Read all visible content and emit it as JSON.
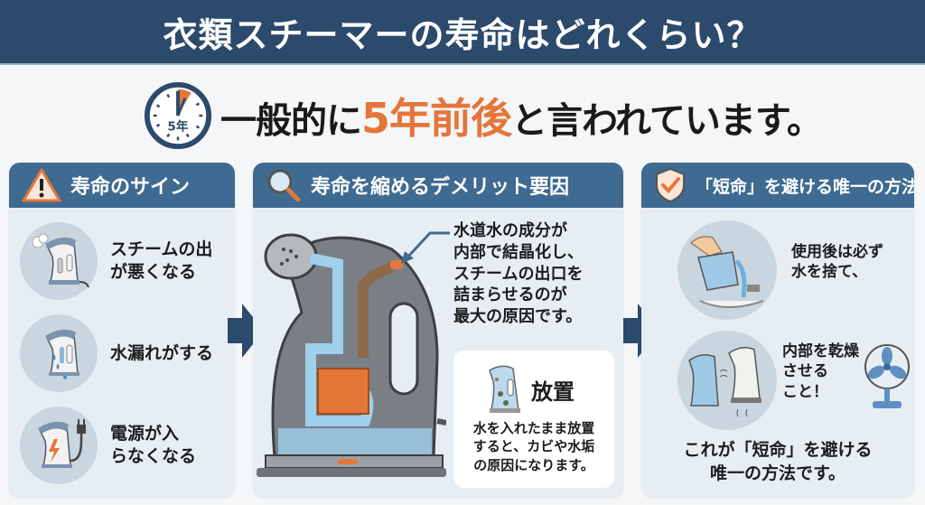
{
  "header": {
    "title": "衣類スチーマーの寿命はどれくらい？"
  },
  "headline": {
    "clock_label": "5年",
    "prefix": "一般的に",
    "highlight": "5年前後",
    "suffix": "と言われています。"
  },
  "panels": [
    {
      "title": "寿命のサイン",
      "icon": "warning-icon",
      "items": [
        {
          "icon": "weak-steam-icon",
          "text_line1": "スチームの出",
          "text_line2": "が悪くなる"
        },
        {
          "icon": "water-leak-icon",
          "text_line1": "水漏れがする",
          "text_line2": ""
        },
        {
          "icon": "power-failure-icon",
          "text_line1": "電源が入",
          "text_line2": "らなくなる"
        }
      ]
    },
    {
      "title": "寿命を縮めるデメリット要因",
      "icon": "magnifier-icon",
      "cause_lines": [
        "水道水の成分が",
        "内部で結晶化し、",
        "スチームの出口を",
        "詰まらせるのが",
        "最大の原因です。"
      ],
      "subcard": {
        "icon": "moldy-steamer-icon",
        "title": "放置",
        "lines": [
          "水を入れたまま放置",
          "すると、カビや水垢",
          "の原因になります。"
        ]
      }
    },
    {
      "title": "「短命」を避ける唯一の方法",
      "icon": "shield-check-icon",
      "steps": [
        {
          "icon": "pour-water-icon",
          "lines": [
            "使用後は必ず",
            "水を捨て、"
          ]
        },
        {
          "icon": "dry-steamer-icon",
          "lines": [
            "内部を乾燥",
            "させる",
            "こと！"
          ]
        }
      ],
      "conclusion_lines": [
        "これが「短命」を避ける",
        "唯一の方法です。"
      ]
    }
  ],
  "colors": {
    "navy": "#2c4a6b",
    "panel_header": "#3f6a91",
    "accent_orange": "#e5763a",
    "panel_bg": "#e6eef4"
  }
}
